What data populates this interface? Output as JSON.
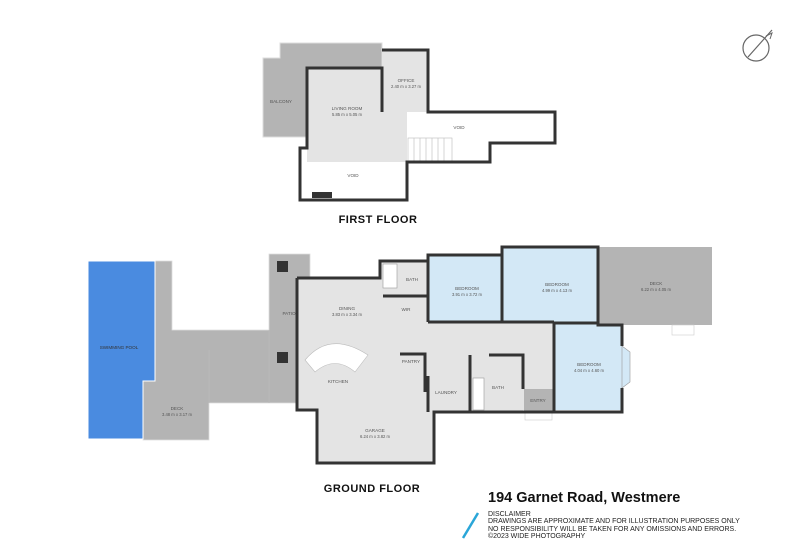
{
  "floors": {
    "first": {
      "title": "FIRST FLOOR",
      "rooms": [
        {
          "name": "BALCONY",
          "dims": ""
        },
        {
          "name": "LIVING ROOM",
          "dims": "5.85 m x 5.05 m"
        },
        {
          "name": "OFFICE",
          "dims": "2.40 m x 3.27 m"
        },
        {
          "name": "VOID",
          "dims": ""
        },
        {
          "name": "VOID",
          "dims": ""
        }
      ]
    },
    "ground": {
      "title": "GROUND FLOOR",
      "rooms": [
        {
          "name": "SWIMMING POOL",
          "dims": ""
        },
        {
          "name": "DECK",
          "dims": "3.48 m x 3.17 m"
        },
        {
          "name": "PATIO",
          "dims": ""
        },
        {
          "name": "DINING",
          "dims": "3.83 m x 3.34 m"
        },
        {
          "name": "KITCHEN",
          "dims": ""
        },
        {
          "name": "GARAGE",
          "dims": "6.24 m x 3.82 m"
        },
        {
          "name": "BATH",
          "dims": ""
        },
        {
          "name": "WIR",
          "dims": ""
        },
        {
          "name": "PANTRY",
          "dims": ""
        },
        {
          "name": "BEDROOM",
          "dims": "3.91 m x 3.72 m"
        },
        {
          "name": "BEDROOM",
          "dims": "4.99 m x 4.13 m"
        },
        {
          "name": "DECK",
          "dims": "6.22 m x 4.05 m"
        },
        {
          "name": "BEDROOM",
          "dims": "4.04 m x 4.60 m"
        },
        {
          "name": "LAUNDRY",
          "dims": ""
        },
        {
          "name": "BATH",
          "dims": ""
        },
        {
          "name": "ENTRY",
          "dims": ""
        }
      ]
    }
  },
  "footer": {
    "address": "194 Garnet Road, Westmere",
    "disclaimer_title": "DISCLAIMER",
    "disclaimer_lines": [
      "DRAWINGS ARE APPROXIMATE AND FOR ILLUSTRATION PURPOSES ONLY",
      "NO RESPONSIBILITY WILL BE TAKEN FOR ANY OMISSIONS AND ERRORS.",
      "©2023 WIDE PHOTOGRAPHY"
    ]
  },
  "colors": {
    "wall": "#333333",
    "room": "#e4e4e4",
    "bedroom": "#d3e8f6",
    "outdoor": "#b4b4b4",
    "pool": "#4a8be0",
    "accent": "#2aa6d8"
  },
  "icons": {
    "compass": "north-compass-icon",
    "brand_stroke": "brand-slash-icon"
  }
}
